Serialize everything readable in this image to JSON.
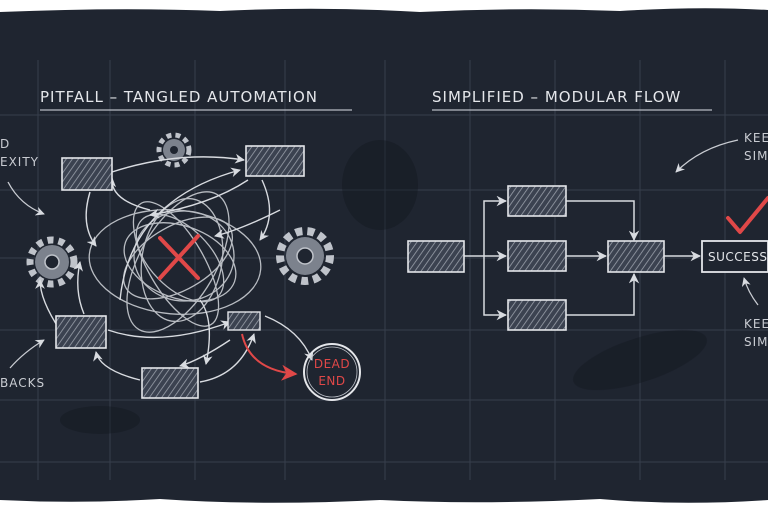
{
  "left_panel": {
    "title": "PITFALL – TANGLED AUTOMATION",
    "edge_note_top": [
      "D",
      "EXITY"
    ],
    "edge_note_bottom": "BACKS",
    "dead_end": [
      "DEAD",
      "END"
    ]
  },
  "right_panel": {
    "title": "SIMPLIFIED – MODULAR FLOW",
    "success_label": "SUCCESS",
    "edge_note_top": [
      "KEE",
      "SIM"
    ],
    "edge_note_bottom": [
      "KEE",
      "SIM"
    ]
  },
  "colors": {
    "board": "#1f2530",
    "chalk": "#e4e6ea",
    "accent_red": "#e04848",
    "grid": "#3a4150"
  },
  "icons": [
    "gear-icon",
    "x-mark-icon",
    "check-mark-icon"
  ]
}
